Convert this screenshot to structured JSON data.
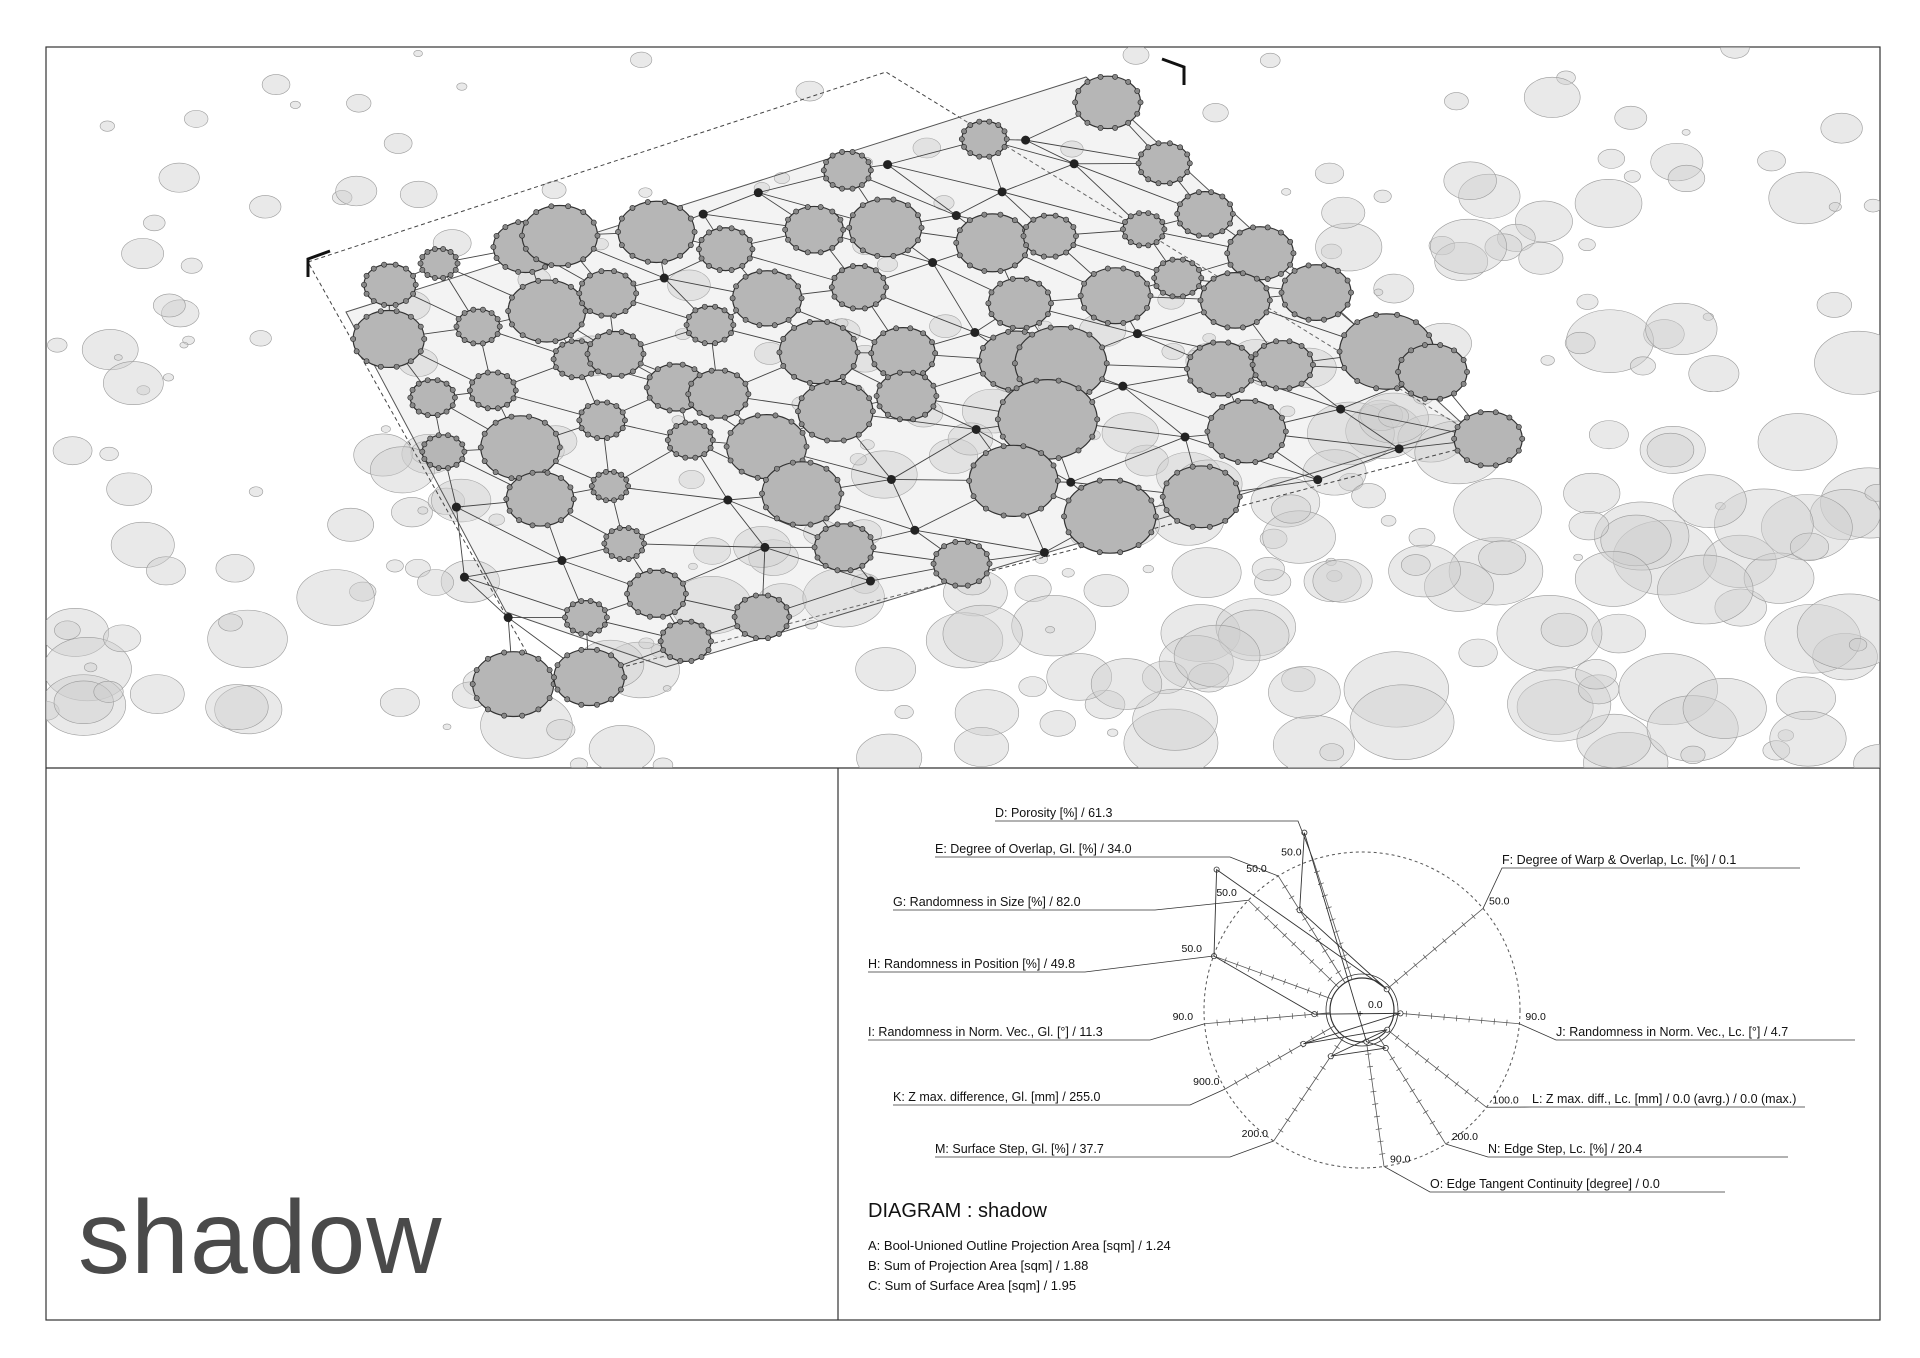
{
  "title": "shadow",
  "diagram": {
    "title": "DIAGRAM : shadow",
    "summary": [
      "A: Bool-Unioned Outline Projection Area [sqm] / 1.24",
      "B: Sum of Projection Area [sqm] / 1.88",
      "C: Sum of Surface Area [sqm] / 1.95"
    ],
    "center_label": "0.0",
    "metrics": [
      {
        "key": "D",
        "text": "D: Porosity [%] / 61.3",
        "max": "50.0",
        "value": 61.3
      },
      {
        "key": "E",
        "text": "E: Degree of Overlap, Gl. [%] / 34.0",
        "max": "50.0",
        "value": 34.0
      },
      {
        "key": "F",
        "text": "F: Degree of Warp & Overlap, Lc. [%] / 0.1",
        "max": "50.0",
        "value": 0.1
      },
      {
        "key": "G",
        "text": "G: Randomness in Size [%] / 82.0",
        "max": "50.0",
        "value": 82.0
      },
      {
        "key": "H",
        "text": "H: Randomness in Position [%] / 49.8",
        "max": "50.0",
        "value": 49.8
      },
      {
        "key": "I",
        "text": "I: Randomness in Norm. Vec., Gl. [°] / 11.3",
        "max": "90.0",
        "value": 11.3
      },
      {
        "key": "J",
        "text": "J: Randomness in Norm. Vec., Lc. [°] / 4.7",
        "max": "90.0",
        "value": 4.7
      },
      {
        "key": "K",
        "text": "K: Z max. difference, Gl. [mm] / 255.0",
        "max": "900.0",
        "value": 255.0
      },
      {
        "key": "L",
        "text": "L: Z max. diff., Lc. [mm] / 0.0 (avrg.) / 0.0 (max.)",
        "max": "100.0",
        "value": 0.0
      },
      {
        "key": "M",
        "text": "M: Surface Step, Gl. [%] / 37.7",
        "max": "200.0",
        "value": 37.7
      },
      {
        "key": "N",
        "text": "N: Edge Step, Lc. [%] / 20.4",
        "max": "200.0",
        "value": 20.4
      },
      {
        "key": "O",
        "text": "O: Edge Tangent Continuity [degree] / 0.0",
        "max": "90.0",
        "value": 0.0
      }
    ]
  },
  "colors": {
    "line": "#333333",
    "disc": "#b8b8b8",
    "bg_circle": "#d6d6d6",
    "frame": "#333333"
  }
}
